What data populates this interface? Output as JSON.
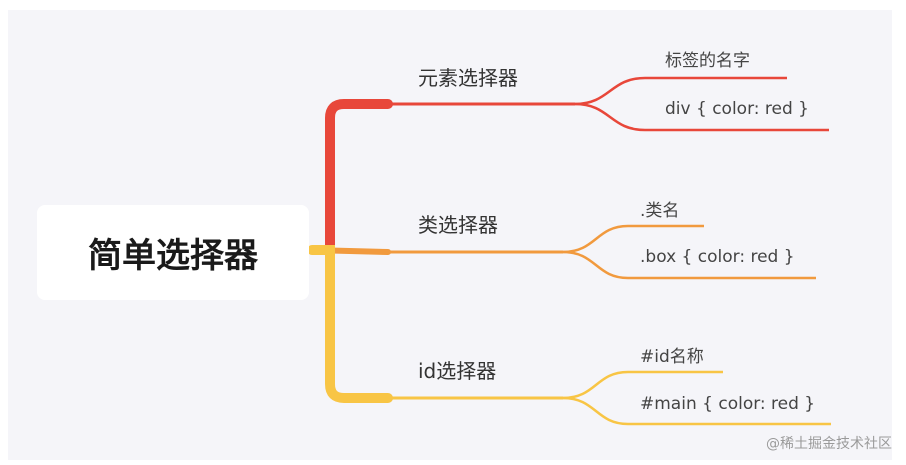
{
  "root": {
    "label": "简单选择器"
  },
  "branches": [
    {
      "label": "元素选择器",
      "color": "#e8473a",
      "leaves": [
        "标签的名字",
        "div { color: red }"
      ]
    },
    {
      "label": "类选择器",
      "color": "#f19a3e",
      "leaves": [
        ".类名",
        ".box { color: red }"
      ]
    },
    {
      "label": "id选择器",
      "color": "#f8c545",
      "leaves": [
        "#id名称",
        "#main { color: red }"
      ]
    }
  ],
  "watermark": "@稀土掘金技术社区"
}
